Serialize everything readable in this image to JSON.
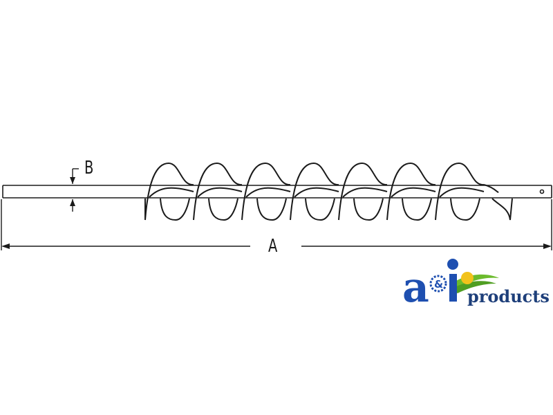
{
  "dimensions": {
    "length_label": "A",
    "diameter_label": "B"
  },
  "logo": {
    "text": "products",
    "mark_text": "a&i",
    "colors": {
      "letters": "#1e4fb0",
      "text": "#1e3f7a",
      "leaf_green": "#6cbb2d",
      "sun_yellow": "#f2c21b"
    }
  }
}
